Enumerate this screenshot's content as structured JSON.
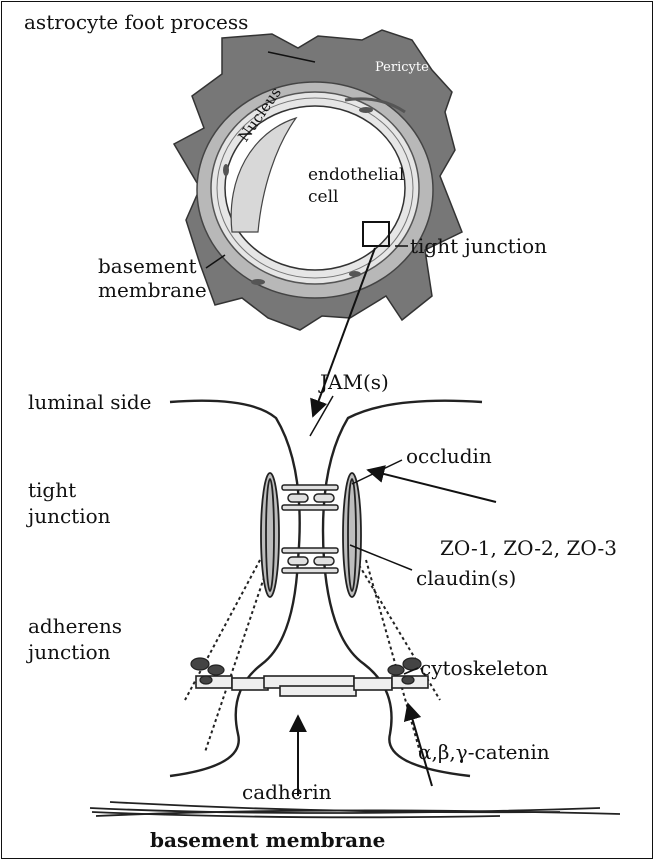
{
  "top": {
    "astrocyte": "astrocyte foot process",
    "pericyte": "Pericyte",
    "nucleus": "Nucleus",
    "endothelial_1": "endothelial",
    "endothelial_2": "cell",
    "tight_junction": "tight junction",
    "basement_1": "basement",
    "basement_2": "membrane"
  },
  "bottom": {
    "jam": "JAM(s)",
    "luminal": "luminal side",
    "occludin": "occludin",
    "tight_1": "tight",
    "tight_2": "junction",
    "zo": "ZO-1, ZO-2, ZO-3",
    "claudin": "claudin(s)",
    "adherens_1": "adherens",
    "adherens_2": "junction",
    "cytoskeleton": "cytoskeleton",
    "catenin": "α,β,γ-catenin",
    "cadherin": "cadherin",
    "basement": "basement membrane"
  }
}
